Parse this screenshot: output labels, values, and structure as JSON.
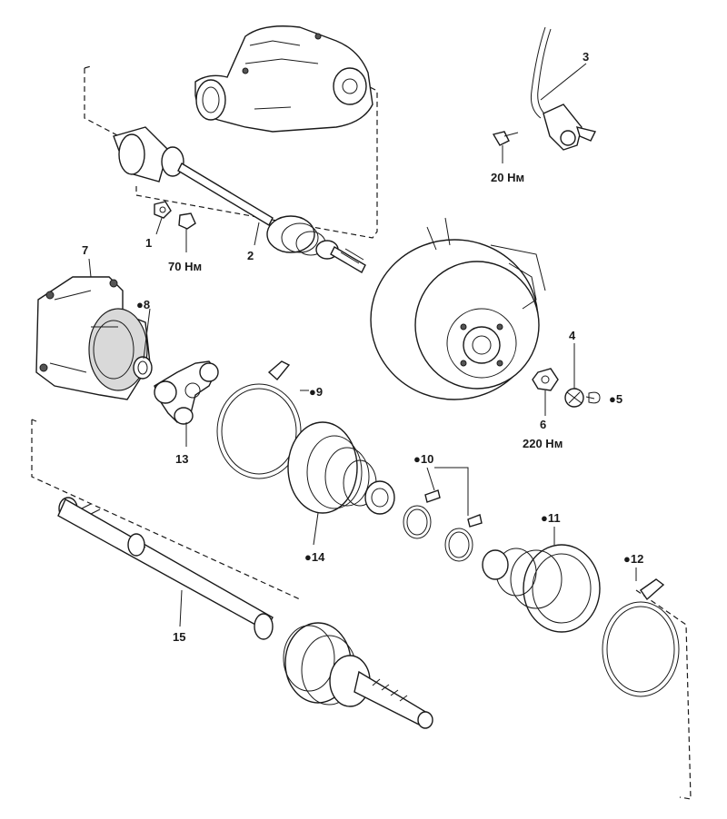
{
  "labels": {
    "l1": "1",
    "l2": "2",
    "l3": "3",
    "l4": "4",
    "l5": "●5",
    "l6": "6",
    "l7": "7",
    "l8": "●8",
    "l9": "●9",
    "l10": "●10",
    "l11": "●11",
    "l12": "●12",
    "l13": "13",
    "l14": "●14",
    "l15": "15"
  },
  "torques": {
    "t20": "20 Нм",
    "t70": "70 Нм",
    "t220": "220 Нм"
  }
}
